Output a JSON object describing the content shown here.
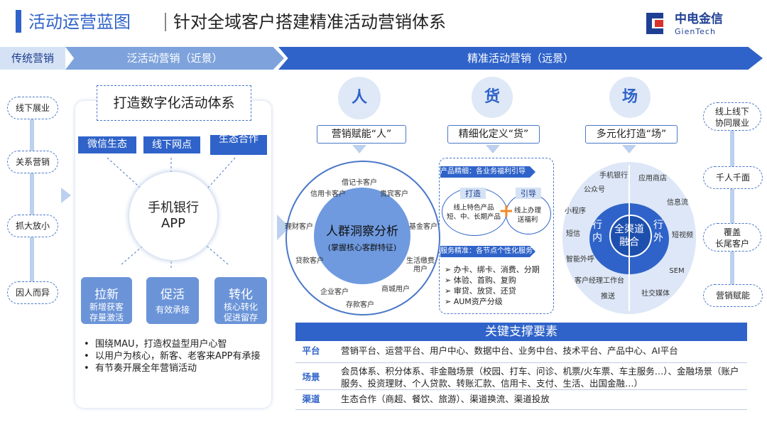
{
  "header": {
    "title_main": "活动运营蓝图",
    "title_sub": "针对全域客户搭建精准活动营销体系",
    "logo_cn": "中电金信",
    "logo_en": "GienTech"
  },
  "stages": {
    "traditional": "传统营销",
    "pan": "泛活动营销（近景）",
    "precise": "精准活动营销（远景）"
  },
  "traditional_items": [
    "线下展业",
    "关系营销",
    "抓大放小",
    "因人而异"
  ],
  "panel": {
    "title": "打造数字化活动体系",
    "channels": [
      "微信生态",
      "线下网点",
      "生态合作"
    ],
    "center": [
      "手机银行",
      "APP"
    ],
    "squares": [
      {
        "title": "拉新",
        "sub": [
          "新增获客",
          "存量激活"
        ]
      },
      {
        "title": "促活",
        "sub": [
          "有效承接"
        ]
      },
      {
        "title": "转化",
        "sub": [
          "核心转化",
          "促进留存"
        ]
      }
    ],
    "bullets": [
      "围绕MAU，打造权益型用户心智",
      "以用户为核心，新客、老客来APP有承接",
      "有节奏开展全年营销活动"
    ]
  },
  "people": {
    "icon_char": "人",
    "header": "营销赋能“人”",
    "center_title": "人群洞察分析",
    "center_sub": "(掌握核心客群特征)",
    "segments": [
      "信用卡客户",
      "借记卡客户",
      "贵宾客户",
      "理财客户",
      "基金客户",
      "贷款客户",
      "生活缴费用户",
      "企业客户",
      "商城用户",
      "存款客户"
    ]
  },
  "goods": {
    "icon_char": "货",
    "header": "精细化定义“货”",
    "product_label": "产品精细：各业务福利引导",
    "tag1": "打造",
    "tag2": "引导",
    "plus": "+",
    "circle1": [
      "线上特色产品",
      "短、中、长期产品"
    ],
    "circle2": [
      "线上办理",
      "送福利"
    ],
    "service_label": "服务精准：各节点个性化服务",
    "services": [
      "办卡、绑卡、消费、分期",
      "体验、首购、复购",
      "审贷、放贷、还贷",
      "AUM资产分级"
    ]
  },
  "place": {
    "icon_char": "场",
    "header": "多元化打造“场”",
    "center": [
      "全渠道",
      "融合"
    ],
    "inner": "行内",
    "outer": "行外",
    "left_items": [
      "手机银行",
      "公众号",
      "小程序",
      "短信",
      "智能外呼",
      "客户经理工作台",
      "推送"
    ],
    "right_items": [
      "应用商店",
      "信息流",
      "短视频",
      "SEM",
      "社交媒体"
    ]
  },
  "right_items": [
    [
      "线上线下",
      "协同展业"
    ],
    [
      "千人千面"
    ],
    [
      "覆盖",
      "长尾客户"
    ],
    [
      "营销赋能"
    ]
  ],
  "key": {
    "title": "关键支撑要素",
    "rows": [
      {
        "label": "平台",
        "text": "营销平台、运营平台、用户中心、数据中台、业务中台、技术平台、产品中心、AI平台"
      },
      {
        "label": "场景",
        "text": "会员体系、积分体系、非金融场景（校园、打车、问诊、机票/火车票、车主服务…）、金融场景（账户服务、投资理财、个人贷款、转账汇款、信用卡、支付、生活、出国金融…）"
      },
      {
        "label": "渠道",
        "text": "生态合作（商超、餐饮、旅游）、渠道换流、渠道投放"
      }
    ]
  },
  "colors": {
    "primary": "#2f63c9",
    "light": "#7ea3dc",
    "pale": "#d5e2f5"
  }
}
